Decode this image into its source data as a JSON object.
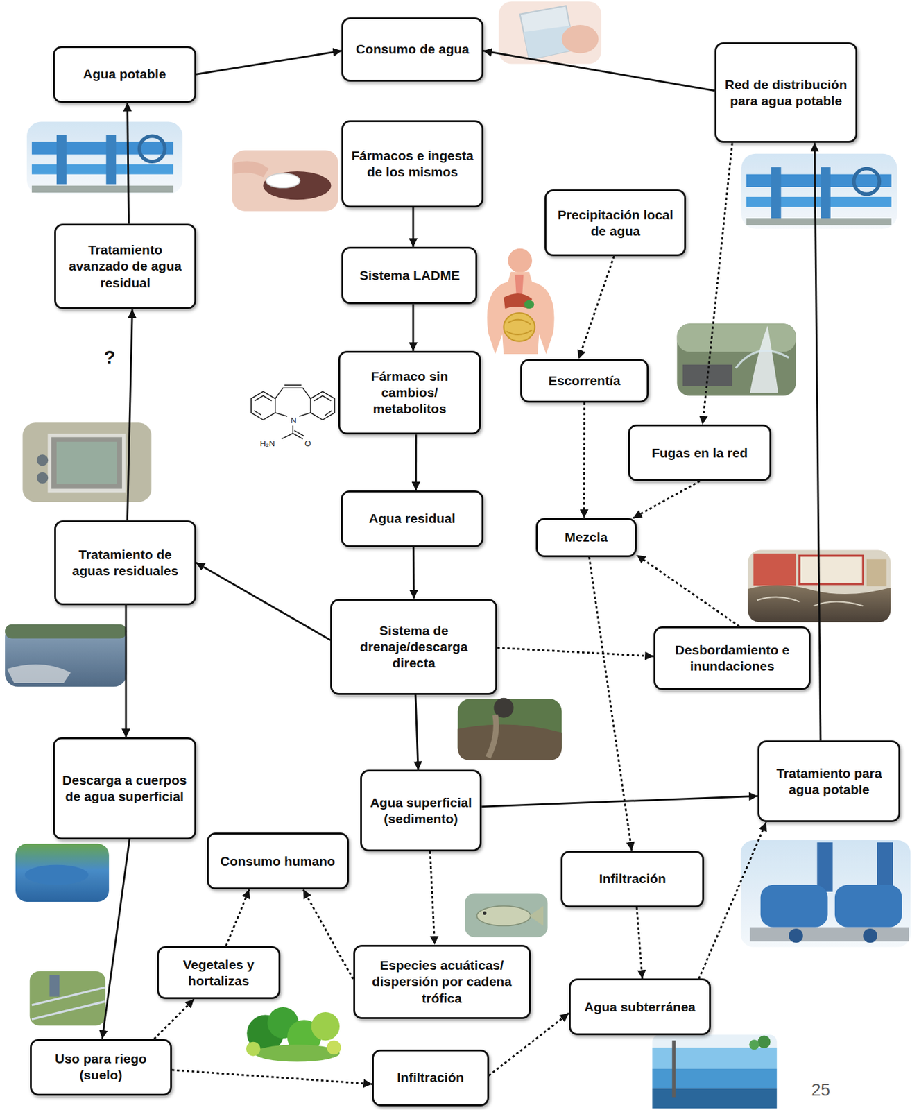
{
  "diagram": {
    "nodes": [
      {
        "text": [
          "Agua potable"
        ]
      },
      {
        "text": [
          "Consumo de agua"
        ]
      },
      {
        "text": [
          "Red de distribución para agua potable"
        ]
      },
      {
        "text": [
          "Fármacos e ingesta de los mismos"
        ]
      },
      {
        "text": [
          "Precipitación local de agua"
        ]
      },
      {
        "text": [
          "Tratamiento avanzado de agua residual"
        ]
      },
      {
        "text": [
          "Sistema LADME"
        ]
      },
      {
        "text": [
          "Fármaco sin cambios/ metabolitos"
        ]
      },
      {
        "text": [
          "Escorrentía"
        ]
      },
      {
        "text": [
          "Fugas en la red"
        ]
      },
      {
        "text": [
          "Agua residual"
        ]
      },
      {
        "text": [
          "Mezcla"
        ]
      },
      {
        "text": [
          "Tratamiento de aguas residuales"
        ]
      },
      {
        "text": [
          "Sistema de drenaje/descarga directa"
        ]
      },
      {
        "text": [
          "Desbordamiento e inundaciones"
        ]
      },
      {
        "text": [
          "Descarga a cuerpos de agua superficial"
        ]
      },
      {
        "text": [
          "Tratamiento para agua potable"
        ]
      },
      {
        "text": [
          "Agua superficial (sedimento)"
        ]
      },
      {
        "text": [
          "Consumo humano"
        ]
      },
      {
        "text": [
          "Infiltración"
        ]
      },
      {
        "text": [
          "Vegetales y hortalizas"
        ]
      },
      {
        "text": [
          "Especies acuáticas/ dispersión por cadena trófica"
        ]
      },
      {
        "text": [
          "Agua subterránea"
        ]
      },
      {
        "text": [
          "Uso para riego (suelo)"
        ]
      },
      {
        "text": [
          "Infiltración"
        ]
      }
    ],
    "edges": [
      {
        "from": 0,
        "to": 1,
        "arrow": "to"
      },
      {
        "from": 2,
        "to": 1,
        "arrow": "to"
      },
      {
        "from": 3,
        "to": 6,
        "arrow": "to"
      },
      {
        "from": 6,
        "to": 7,
        "arrow": "to"
      },
      {
        "from": 7,
        "to": 10,
        "arrow": "to"
      },
      {
        "from": 10,
        "to": 13,
        "arrow": "to"
      },
      {
        "from": 13,
        "to": 12,
        "arrow": "to"
      },
      {
        "from": 13,
        "to": 14,
        "arrow": "to"
      },
      {
        "from": 13,
        "to": 17,
        "arrow": "to"
      },
      {
        "from": 12,
        "to": 5,
        "label": "?",
        "arrow": "to"
      },
      {
        "from": 5,
        "to": 0,
        "arrow": "to"
      },
      {
        "from": 12,
        "to": 15,
        "arrow": "to"
      },
      {
        "from": 15,
        "to": 23,
        "arrow": "to"
      },
      {
        "from": 17,
        "to": 16,
        "arrow": "to"
      },
      {
        "from": 16,
        "to": 2,
        "arrow": "to"
      },
      {
        "from": 4,
        "to": 8,
        "arrow": "to"
      },
      {
        "from": 8,
        "to": 11,
        "arrow": "to"
      },
      {
        "from": 9,
        "to": 11,
        "arrow": "to"
      },
      {
        "from": 14,
        "to": 11,
        "arrow": "to"
      },
      {
        "from": 2,
        "to": 9,
        "arrow": "to"
      },
      {
        "from": 11,
        "to": 19,
        "arrow": "to"
      },
      {
        "from": 19,
        "to": 22,
        "arrow": "to"
      },
      {
        "from": 22,
        "to": 16,
        "arrow": "to"
      },
      {
        "from": 17,
        "to": 21,
        "arrow": "to"
      },
      {
        "from": 21,
        "to": 18,
        "arrow": "to"
      },
      {
        "from": 20,
        "to": 18,
        "arrow": "to"
      },
      {
        "from": 23,
        "to": 20,
        "arrow": "to"
      },
      {
        "from": 23,
        "to": 24,
        "arrow": "to"
      },
      {
        "from": 24,
        "to": 22,
        "arrow": "to"
      }
    ],
    "labels": [
      "H₂N",
      "N",
      "O",
      "25"
    ]
  }
}
